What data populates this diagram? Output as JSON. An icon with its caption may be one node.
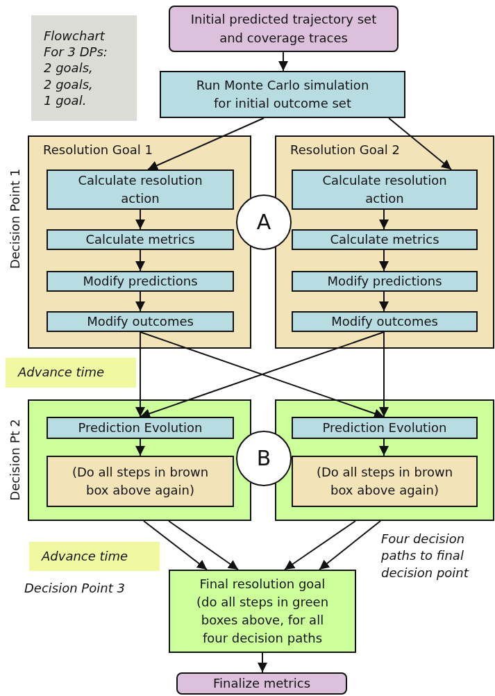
{
  "diagram": {
    "nodes": [
      {
        "text": [
          "Flowchart",
          "For 3 DPs:",
          "2 goals,",
          "2 goals,",
          "1 goal."
        ]
      },
      {
        "text": [
          "Initial predicted trajectory set and coverage traces"
        ]
      },
      {
        "text": [
          "Run Monte Carlo simulation for initial outcome set"
        ]
      },
      {
        "text": [
          "Resolution Goal 1"
        ]
      },
      {
        "text": [
          "Calculate resolution action"
        ],
        "in": 3
      },
      {
        "text": [
          "Calculate metrics"
        ],
        "in": 3
      },
      {
        "text": [
          "Modify predictions"
        ],
        "in": 3
      },
      {
        "text": [
          "Modify outcomes"
        ],
        "in": 3
      },
      {
        "text": [
          "A"
        ]
      },
      {
        "text": [
          "Resolution Goal 2"
        ]
      },
      {
        "text": [
          "Calculate resolution action"
        ],
        "in": 9
      },
      {
        "text": [
          "Calculate metrics"
        ],
        "in": 9
      },
      {
        "text": [
          "Modify predictions"
        ],
        "in": 9
      },
      {
        "text": [
          "Modify outcomes"
        ],
        "in": 9
      },
      {
        "text": [
          "Advance time"
        ]
      },
      {
        "text": [],
        "shape": "box"
      },
      {
        "text": [
          "Prediction Evolution"
        ],
        "in": 15
      },
      {
        "text": [
          "(Do all steps in brown box above again)"
        ],
        "in": 15
      },
      {
        "text": [
          "B"
        ]
      },
      {
        "text": [],
        "shape": "box"
      },
      {
        "text": [
          "Prediction Evolution"
        ],
        "in": 19
      },
      {
        "text": [
          "(Do all steps in brown box above again)"
        ],
        "in": 19
      },
      {
        "text": [
          "Advance time"
        ]
      },
      {
        "text": [
          "Final resolution goal (do all steps in green boxes above, for all four decision paths"
        ]
      },
      {
        "text": [
          "Finalize metrics"
        ]
      }
    ],
    "edges": [
      {
        "from": 1,
        "to": 2,
        "arrow": "to"
      },
      {
        "from": 2,
        "to": 4,
        "arrow": "to"
      },
      {
        "from": 2,
        "to": 10,
        "arrow": "to"
      },
      {
        "from": 4,
        "to": 5,
        "arrow": "to"
      },
      {
        "from": 5,
        "to": 6,
        "arrow": "to"
      },
      {
        "from": 6,
        "to": 7,
        "arrow": "to"
      },
      {
        "from": 10,
        "to": 11,
        "arrow": "to"
      },
      {
        "from": 11,
        "to": 12,
        "arrow": "to"
      },
      {
        "from": 12,
        "to": 13,
        "arrow": "to"
      },
      {
        "from": 7,
        "to": 16,
        "arrow": "to"
      },
      {
        "from": 7,
        "to": 20,
        "arrow": "to"
      },
      {
        "from": 13,
        "to": 16,
        "arrow": "to"
      },
      {
        "from": 13,
        "to": 20,
        "arrow": "to"
      },
      {
        "from": 16,
        "to": 17,
        "arrow": "to"
      },
      {
        "from": 20,
        "to": 21,
        "arrow": "to"
      },
      {
        "from": 15,
        "to": 23,
        "arrow": "to"
      },
      {
        "from": 15,
        "to": 23,
        "arrow": "to"
      },
      {
        "from": 19,
        "to": 23,
        "arrow": "to"
      },
      {
        "from": 19,
        "to": 23,
        "arrow": "to"
      },
      {
        "from": 23,
        "to": 24,
        "arrow": "to"
      }
    ],
    "labels": [
      "Decision Point 1",
      "Decision Pt 2",
      "Decision Point 3",
      "Four decision paths to final decision point"
    ]
  }
}
